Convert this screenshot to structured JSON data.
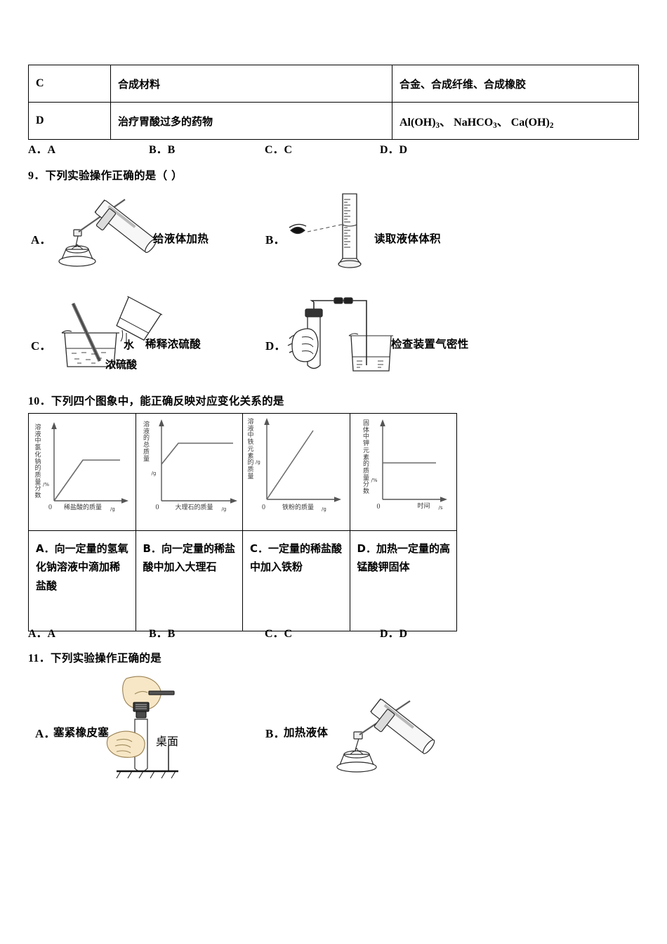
{
  "top_table": {
    "rows": [
      {
        "label": "C",
        "category": "合成材料",
        "examples": "合金、合成纤维、合成橡胶",
        "is_formula": false
      },
      {
        "label": "D",
        "category": "治疗胃酸过多的药物",
        "examples": "Al(OH)3、NaHCO3、Ca(OH)2",
        "is_formula": true
      }
    ]
  },
  "answers_q8": {
    "a": "A．A",
    "b": "B．B",
    "c": "C．C",
    "d": "D．D"
  },
  "answers_q10": {
    "a": "A．A",
    "b": "B．B",
    "c": "C．C",
    "d": "D．D"
  },
  "question9": {
    "number": "9．",
    "stem": "下列实验操作正确的是（      ）",
    "options": [
      {
        "mark": "A．",
        "caption": "给液体加热",
        "figure": "alcohol-lamp-heating-test-tube"
      },
      {
        "mark": "B．",
        "caption": "读取液体体积",
        "figure": "graduated-cylinder-eye-reading"
      },
      {
        "mark": "C．",
        "caption": "稀释浓硫酸",
        "figure": "beaker-pouring-water-into-acid",
        "labels": [
          "水",
          "浓硫酸"
        ]
      },
      {
        "mark": "D．",
        "caption": "检查装置气密性",
        "figure": "hand-warming-test-tube-airtightness"
      }
    ]
  },
  "question10": {
    "number": "10．",
    "stem": "下列四个图象中，能正确反映对应变化关系的是",
    "options": [
      {
        "mark": "A．",
        "text": "向一定量的氢氧化钠溶液中滴加稀盐酸"
      },
      {
        "mark": "B．",
        "text": "向一定量的稀盐酸中加入大理石"
      },
      {
        "mark": "C．",
        "text": "一定量的稀盐酸中加入铁粉"
      },
      {
        "mark": "D．",
        "text": "加热一定量的高锰酸钾固体"
      }
    ]
  },
  "question11": {
    "number": "11．",
    "stem": "下列实验操作正确的是",
    "options": [
      {
        "mark": "A．",
        "caption": "塞紧橡皮塞",
        "figure": "hand-pressing-rubber-stopper",
        "labels": [
          "桌面"
        ]
      },
      {
        "mark": "B．",
        "caption": "加热液体",
        "figure": "alcohol-lamp-heating-test-tube"
      }
    ]
  },
  "chart_data": [
    {
      "type": "line",
      "index": 0,
      "option": "A",
      "ylabel": "溶液中氯化钠的质量分数",
      "yunit": "/%",
      "xlabel": "稀盐酸的质量",
      "xunit": "/g",
      "origin_label": "0",
      "x": [
        0,
        0.42,
        1.0
      ],
      "y": [
        0,
        0.7,
        0.7
      ],
      "starts_at_origin": true,
      "grid": false,
      "legend": false,
      "description": "从原点上升后变为水平"
    },
    {
      "type": "line",
      "index": 1,
      "option": "B",
      "ylabel": "溶液的总质量",
      "yunit": "/g",
      "xlabel": "大理石的质量",
      "xunit": "/g",
      "origin_label": "0",
      "x": [
        0,
        0.22,
        1.0
      ],
      "y": [
        0.45,
        0.72,
        0.72
      ],
      "starts_at_origin": false,
      "grid": false,
      "legend": false,
      "description": "从y轴正截距上升后变为水平"
    },
    {
      "type": "line",
      "index": 2,
      "option": "C",
      "ylabel": "溶液中铁元素的质量",
      "yunit": "/g",
      "xlabel": "铁粉的质量",
      "xunit": "/g",
      "origin_label": "0",
      "x": [
        0,
        0.72
      ],
      "y": [
        0,
        0.88
      ],
      "starts_at_origin": true,
      "grid": false,
      "legend": false,
      "description": "从原点出发的一条直线，持续上升"
    },
    {
      "type": "line",
      "index": 3,
      "option": "D",
      "ylabel": "固体中钾元素的质量分数",
      "yunit": "/%",
      "xlabel": "时间",
      "xunit": "/s",
      "origin_label": "0",
      "x": [
        0,
        0.78
      ],
      "y": [
        0.47,
        0.47
      ],
      "starts_at_origin": false,
      "grid": false,
      "legend": false,
      "description": "一条水平直线"
    }
  ]
}
